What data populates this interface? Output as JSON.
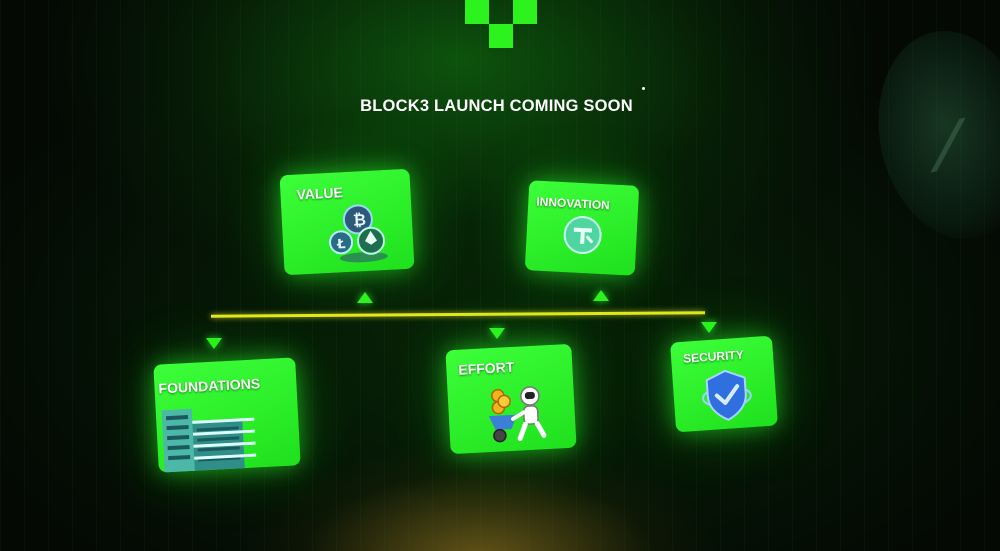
{
  "headline": "BLOCK3 LAUNCH COMING SOON",
  "colors": {
    "accent": "#2cf21e",
    "card": "#35f532",
    "timeline": "#e2e81c",
    "background": "#050b05"
  },
  "cards": [
    {
      "label": "VALUE",
      "icon": "crypto-coins-icon"
    },
    {
      "label": "INNOVATION",
      "icon": "block3-coin-icon"
    },
    {
      "label": "FOUNDATIONS",
      "icon": "building-icon"
    },
    {
      "label": "EFFORT",
      "icon": "astronaut-wheelbarrow-icon"
    },
    {
      "label": "SECURITY",
      "icon": "shield-check-icon"
    }
  ]
}
